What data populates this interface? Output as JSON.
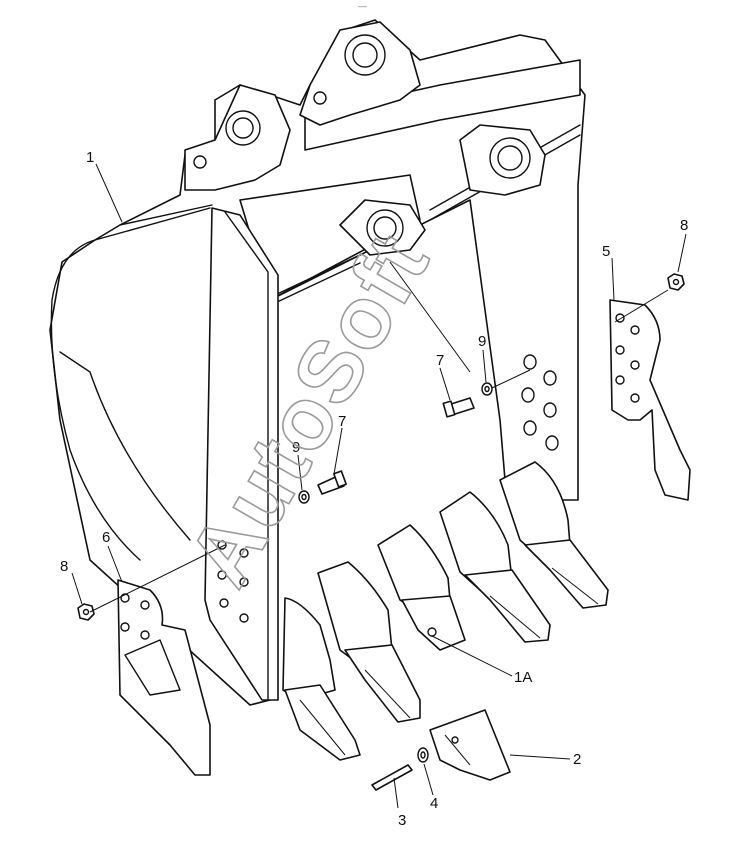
{
  "drawing": {
    "subject": "excavator-bucket-exploded-view",
    "watermark": "AutoSoft",
    "top_mark": "—"
  },
  "callouts": [
    {
      "id": "c1",
      "label": "1"
    },
    {
      "id": "c1a",
      "label": "1A"
    },
    {
      "id": "c2",
      "label": "2"
    },
    {
      "id": "c3",
      "label": "3"
    },
    {
      "id": "c4",
      "label": "4"
    },
    {
      "id": "c5",
      "label": "5"
    },
    {
      "id": "c6",
      "label": "6"
    },
    {
      "id": "c7a",
      "label": "7"
    },
    {
      "id": "c7b",
      "label": "7"
    },
    {
      "id": "c8a",
      "label": "8"
    },
    {
      "id": "c8b",
      "label": "8"
    },
    {
      "id": "c9a",
      "label": "9"
    },
    {
      "id": "c9b",
      "label": "9"
    }
  ]
}
